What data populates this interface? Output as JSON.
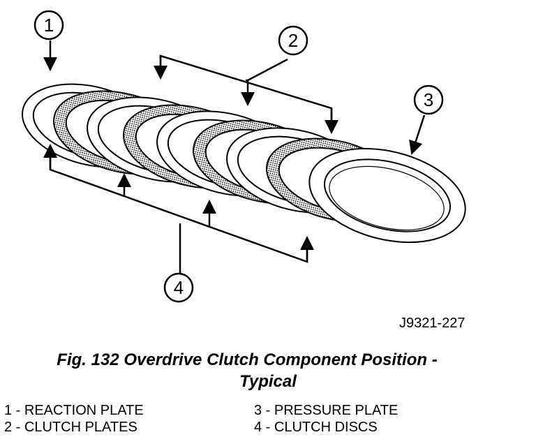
{
  "figure": {
    "callouts": [
      {
        "num": "1"
      },
      {
        "num": "2"
      },
      {
        "num": "3"
      },
      {
        "num": "4"
      }
    ],
    "figure_id": "J9321-227",
    "caption_line1": "Fig. 132 Overdrive Clutch Component Position -",
    "caption_line2": "Typical"
  },
  "legend": [
    {
      "text": "1 - REACTION PLATE"
    },
    {
      "text": "2 - CLUTCH PLATES"
    },
    {
      "text": "3 - PRESSURE PLATE"
    },
    {
      "text": "4 - CLUTCH DISCS"
    }
  ],
  "colors": {
    "ink": "#000000",
    "friction": "#bfbfbf",
    "paper": "#ffffff"
  }
}
